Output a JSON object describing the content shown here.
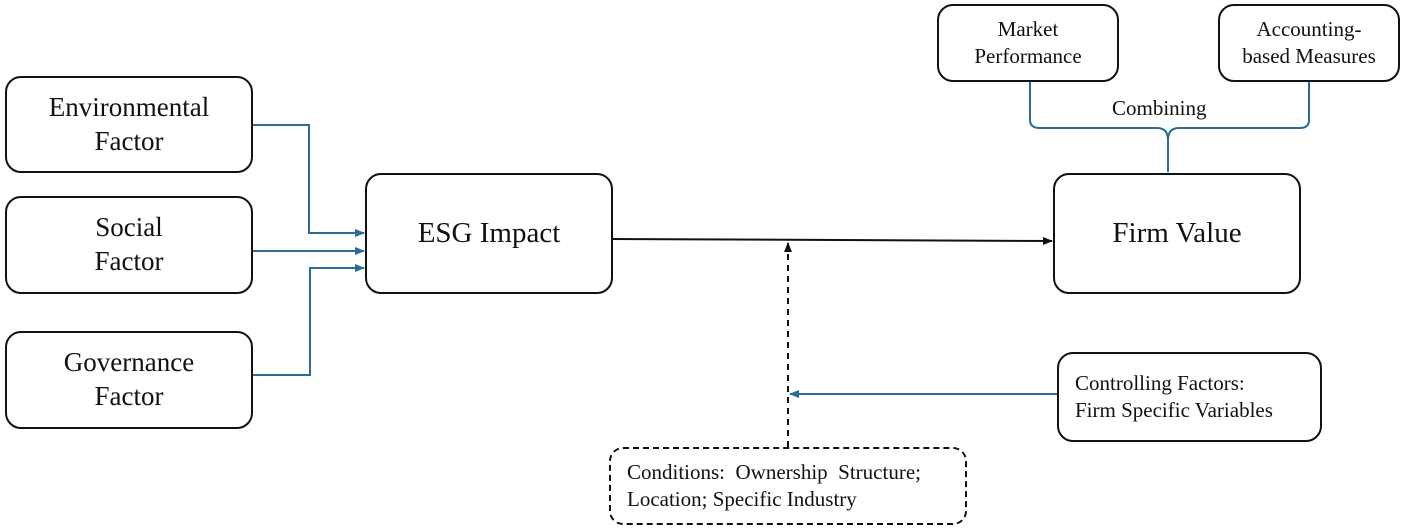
{
  "colors": {
    "connector": "#2c6b93",
    "main_arrow": "#111111",
    "border": "#111111",
    "background": "#ffffff"
  },
  "factors": {
    "environmental": {
      "line1": "Environmental",
      "line2": "Factor"
    },
    "social": {
      "line1": "Social",
      "line2": "Factor"
    },
    "governance": {
      "line1": "Governance",
      "line2": "Factor"
    }
  },
  "esg": {
    "label": "ESG Impact"
  },
  "firm_value": {
    "label": "Firm Value"
  },
  "measures": {
    "market": {
      "line1": "Market",
      "line2": "Performance"
    },
    "accounting": {
      "line1": "Accounting-",
      "line2": "based Measures"
    },
    "combining_label": "Combining"
  },
  "controlling": {
    "line1": "Controlling Factors:",
    "line2": "Firm Specific Variables"
  },
  "conditions": {
    "line1": "Conditions:  Ownership  Structure;",
    "line2": "Location; Specific Industry"
  }
}
